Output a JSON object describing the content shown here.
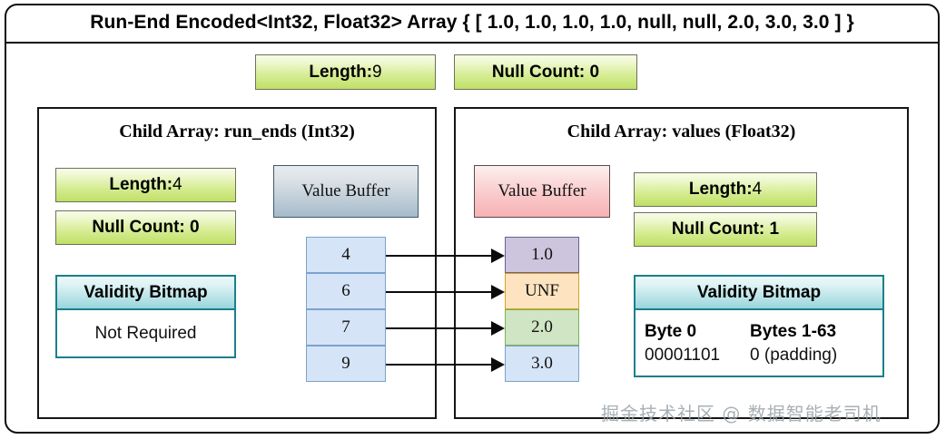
{
  "diagram": {
    "title": "Run-End Encoded<Int32, Float32> Array { [ 1.0, 1.0, 1.0, 1.0, null, null, 2.0, 3.0, 3.0 ] }",
    "top_badges": [
      {
        "label": "Length",
        "sep": ": ",
        "value": "9"
      },
      {
        "label": "Null Count: 0"
      }
    ],
    "run_ends_panel": {
      "title": "Child Array: run_ends (Int32)",
      "length_badge": {
        "label": "Length",
        "sep": ": ",
        "value": "4"
      },
      "null_count_badge": {
        "label": "Null Count: 0"
      },
      "value_buffer_label": "Value Buffer",
      "cells": [
        "4",
        "6",
        "7",
        "9"
      ],
      "validity_bitmap": {
        "header": "Validity Bitmap",
        "body": "Not Required"
      }
    },
    "values_panel": {
      "title": "Child Array: values (Float32)",
      "value_buffer_label": "Value Buffer",
      "length_badge": {
        "label": "Length",
        "sep": ": ",
        "value": "4"
      },
      "null_count_badge": {
        "label": "Null Count: 1"
      },
      "cells": [
        {
          "text": "1.0",
          "style": "purple"
        },
        {
          "text": "UNF",
          "style": "orange"
        },
        {
          "text": "2.0",
          "style": "green"
        },
        {
          "text": "3.0",
          "style": "lblue"
        }
      ],
      "validity_bitmap": {
        "header": "Validity Bitmap",
        "col_headers": [
          "Byte 0",
          "Bytes 1-63"
        ],
        "values": [
          "00001101",
          "0 (padding)"
        ]
      }
    },
    "watermark": "掘金技术社区 @ 数据智能老司机",
    "colors": {
      "badge_green": "#bfe065",
      "buffer_grey": "#a6bacb",
      "buffer_pink": "#f7b1b4",
      "cell_blue": "#d6e4f7",
      "cell_purple": "#ccc5dd",
      "cell_orange": "#fde3c0",
      "cell_green": "#cfe5c3",
      "bitmap_teal": "#1b7f8c",
      "frame_black": "#0d0d0d"
    }
  }
}
